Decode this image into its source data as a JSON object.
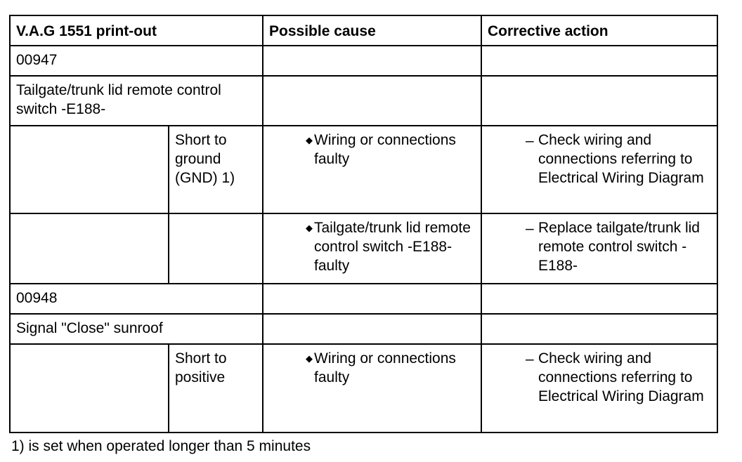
{
  "header": {
    "col1": "V.A.G 1551 print-out",
    "col2": "Possible cause",
    "col3": "Corrective action"
  },
  "rows": [
    {
      "code": "00947"
    },
    {
      "description": "Tailgate/trunk lid remote control switch -E188-"
    },
    {
      "fault": "Short to ground (GND) 1)",
      "cause": "Wiring or connections faulty",
      "action": "Check wiring and connections referring to Electrical Wiring Diagram"
    },
    {
      "fault": "",
      "cause": "Tailgate/trunk lid remote control switch -E188- faulty",
      "action": "Replace tailgate/trunk lid remote control switch -E188-"
    },
    {
      "code": "00948"
    },
    {
      "description": "Signal \"Close\" sunroof"
    },
    {
      "fault": "Short to positive",
      "cause": "Wiring or connections faulty",
      "action": "Check wiring and connections referring to Electrical Wiring Diagram"
    }
  ],
  "markers": {
    "bullet": "◆",
    "dash": "–"
  },
  "footnote": "1) is set when operated longer than 5 minutes"
}
